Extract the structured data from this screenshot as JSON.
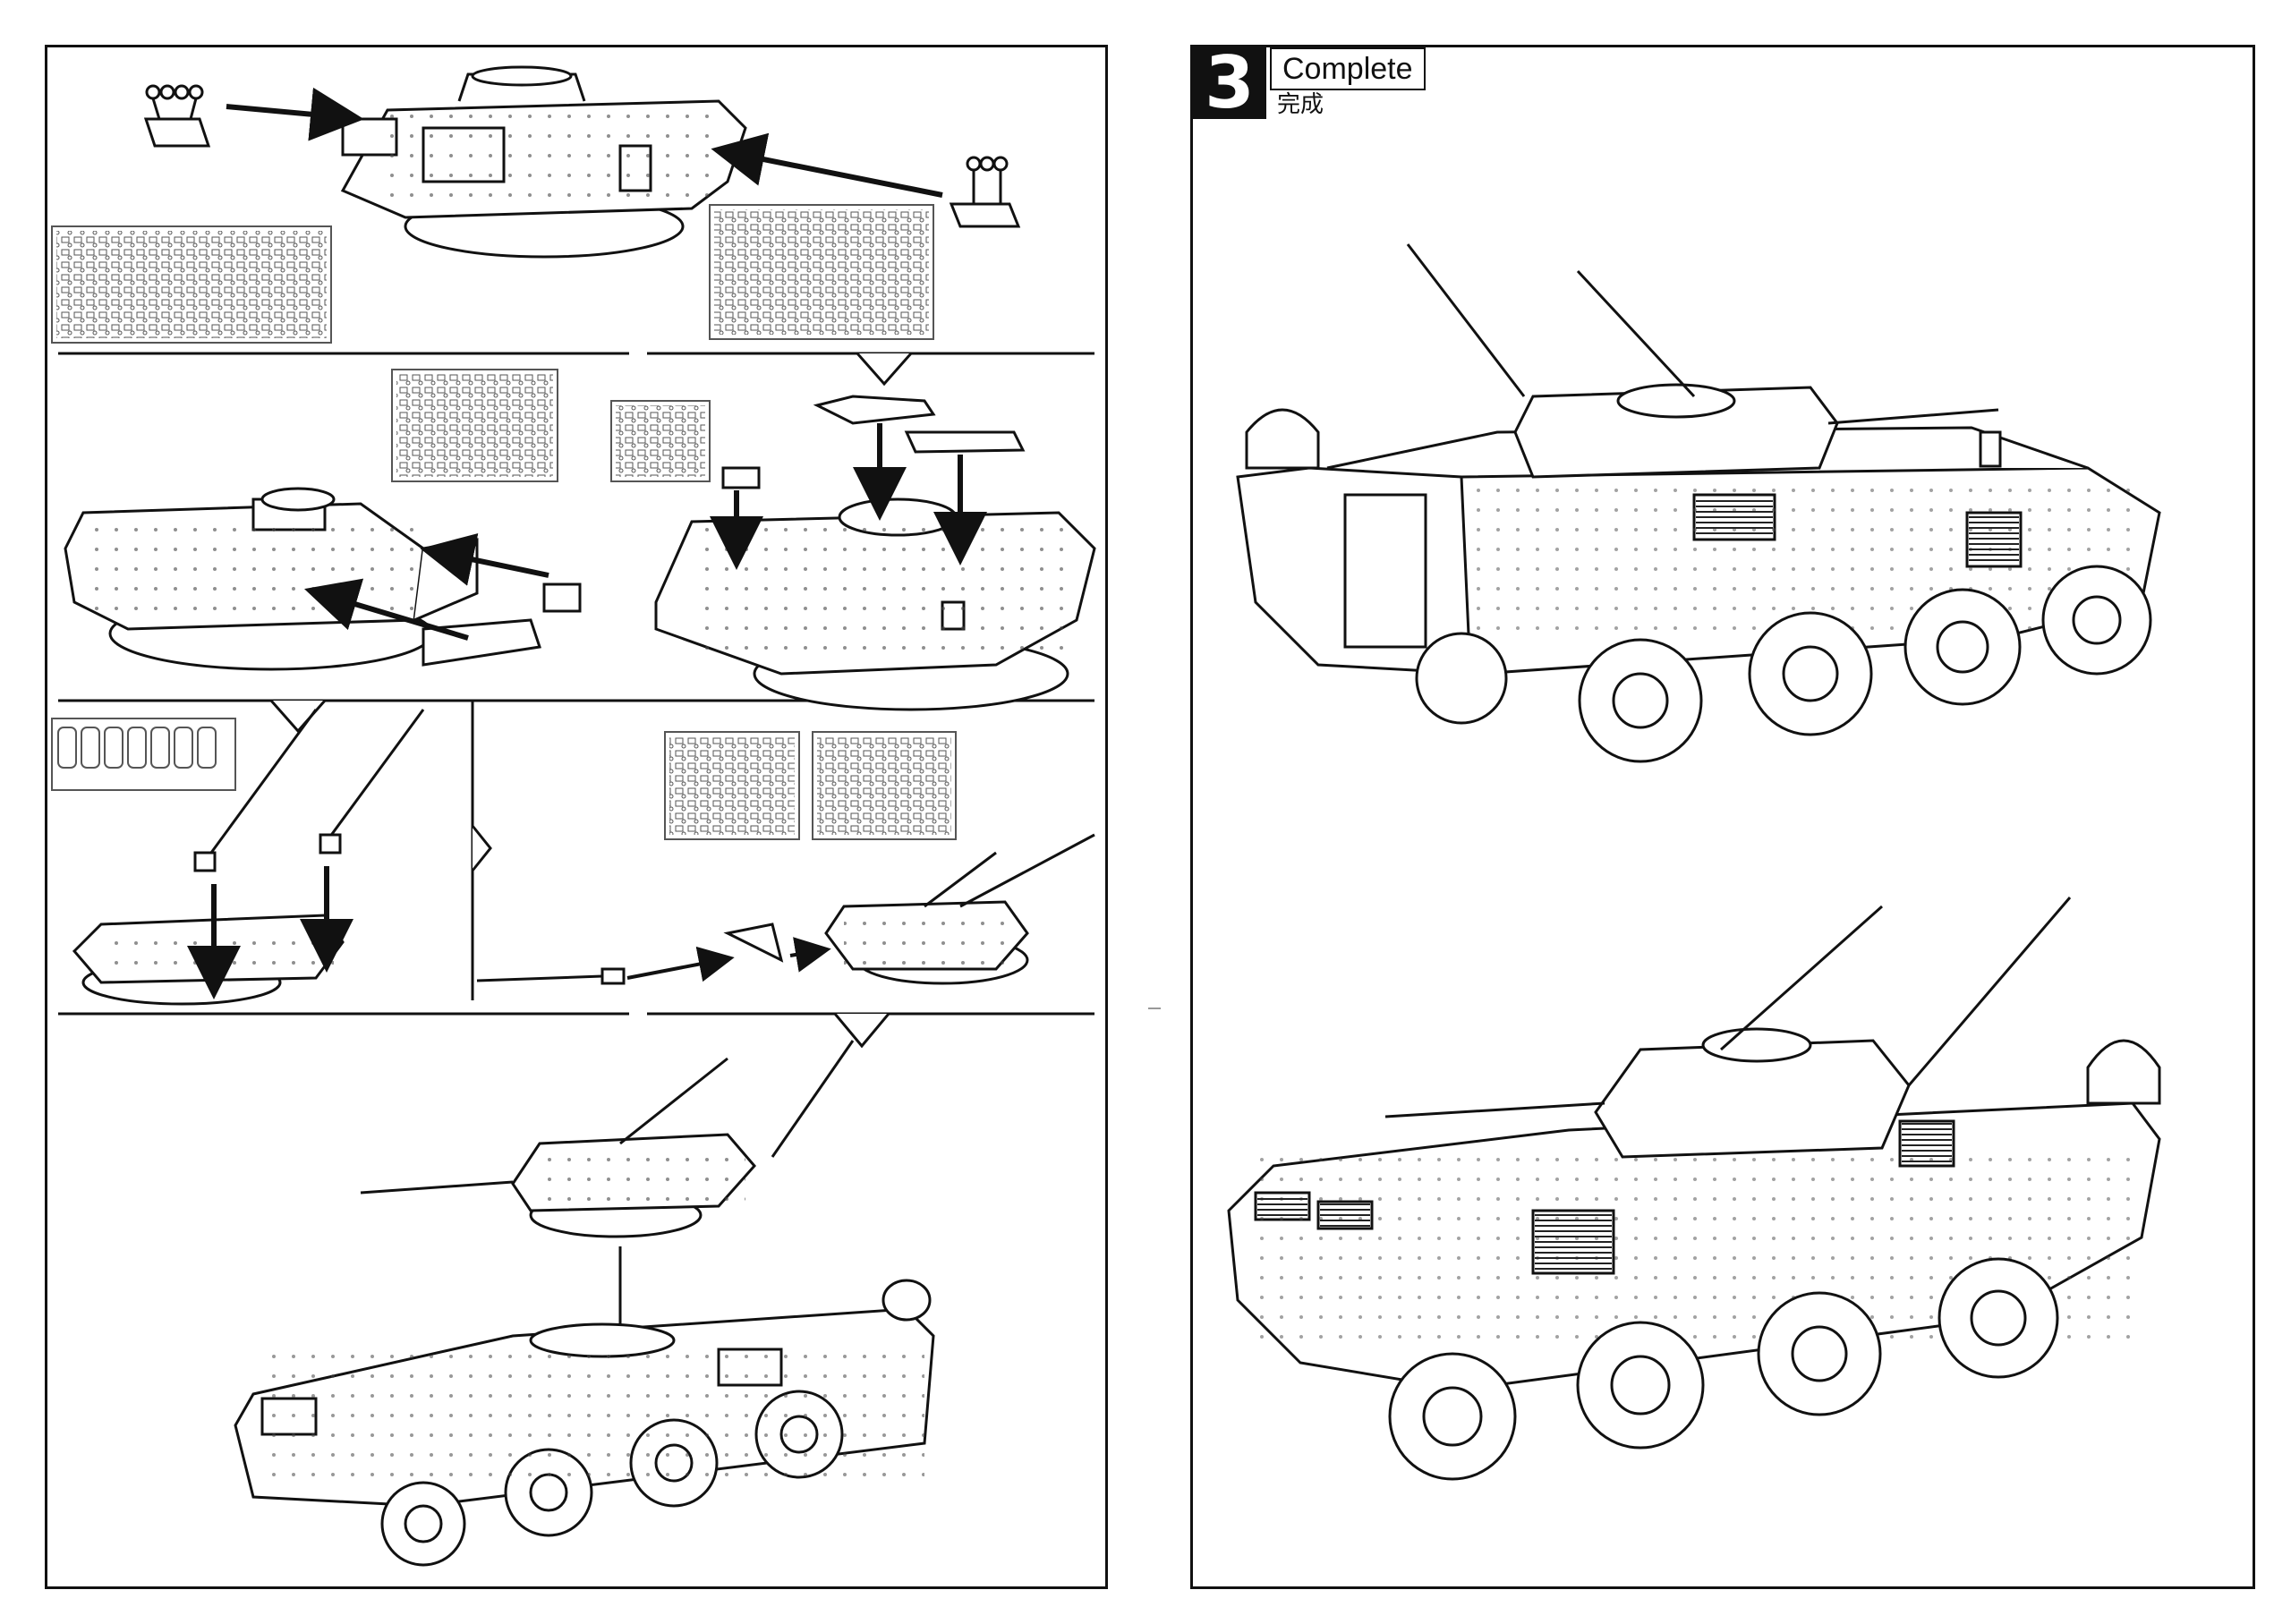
{
  "step": {
    "number": "3",
    "title_en": "Complete",
    "title_cn": "完成"
  }
}
